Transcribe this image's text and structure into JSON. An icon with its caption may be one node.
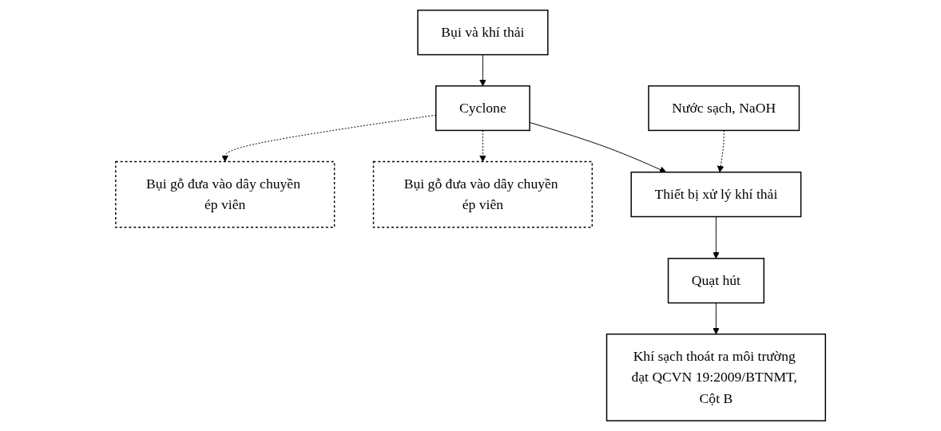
{
  "diagram": {
    "nodes": [
      {
        "text": [
          "Bụi và khí thải"
        ]
      },
      {
        "text": [
          "Cyclone"
        ]
      },
      {
        "text": [
          "Bụi gỗ đưa vào dây chuyền ép viên"
        ]
      },
      {
        "text": [
          "Bụi gỗ đưa vào dây chuyền ép viên"
        ]
      },
      {
        "text": [
          "Nước sạch, NaOH"
        ]
      },
      {
        "text": [
          "Thiết bị xử lý khí thải"
        ]
      },
      {
        "text": [
          "Quạt hút"
        ]
      },
      {
        "text": [
          "Khí sạch thoát ra môi trường đạt QCVN 19:2009/BTNMT, Cột B"
        ]
      }
    ],
    "edges": [
      {
        "from": 0,
        "to": 1,
        "arrow": "to"
      },
      {
        "from": 1,
        "to": 2,
        "arrow": "to",
        "style": "dashed"
      },
      {
        "from": 1,
        "to": 3,
        "arrow": "to",
        "style": "dashed"
      },
      {
        "from": 1,
        "to": 5,
        "arrow": "to"
      },
      {
        "from": 4,
        "to": 5,
        "arrow": "to",
        "style": "dashed"
      },
      {
        "from": 5,
        "to": 6,
        "arrow": "to"
      },
      {
        "from": 6,
        "to": 7,
        "arrow": "to"
      }
    ]
  }
}
